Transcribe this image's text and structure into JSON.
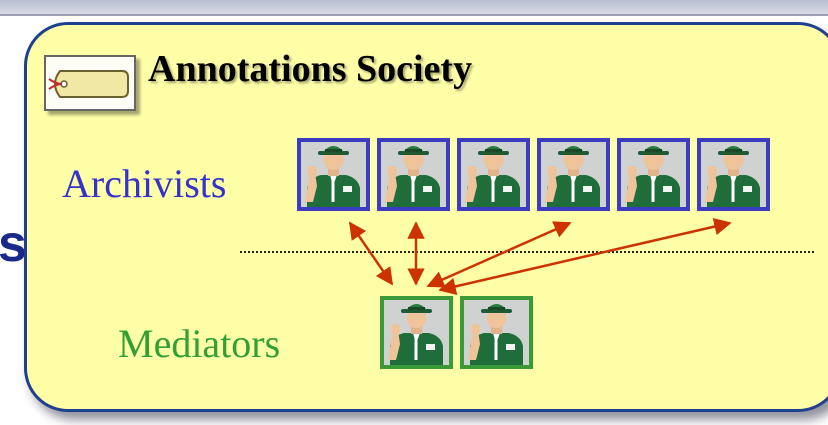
{
  "title": "Annotations Society",
  "side_fragment": "s",
  "groups": {
    "archivists": {
      "label": "Archivists",
      "count": 6
    },
    "mediators": {
      "label": "Mediators",
      "count": 2
    }
  },
  "icons": {
    "tag": "price-tag-icon",
    "agent": "ranger-agent-icon"
  },
  "colors": {
    "panel_fill": "#ffffa8",
    "panel_border": "#1f3f8f",
    "archivists": "#3333cc",
    "mediators": "#33a033",
    "arrows": "#cc3300"
  }
}
